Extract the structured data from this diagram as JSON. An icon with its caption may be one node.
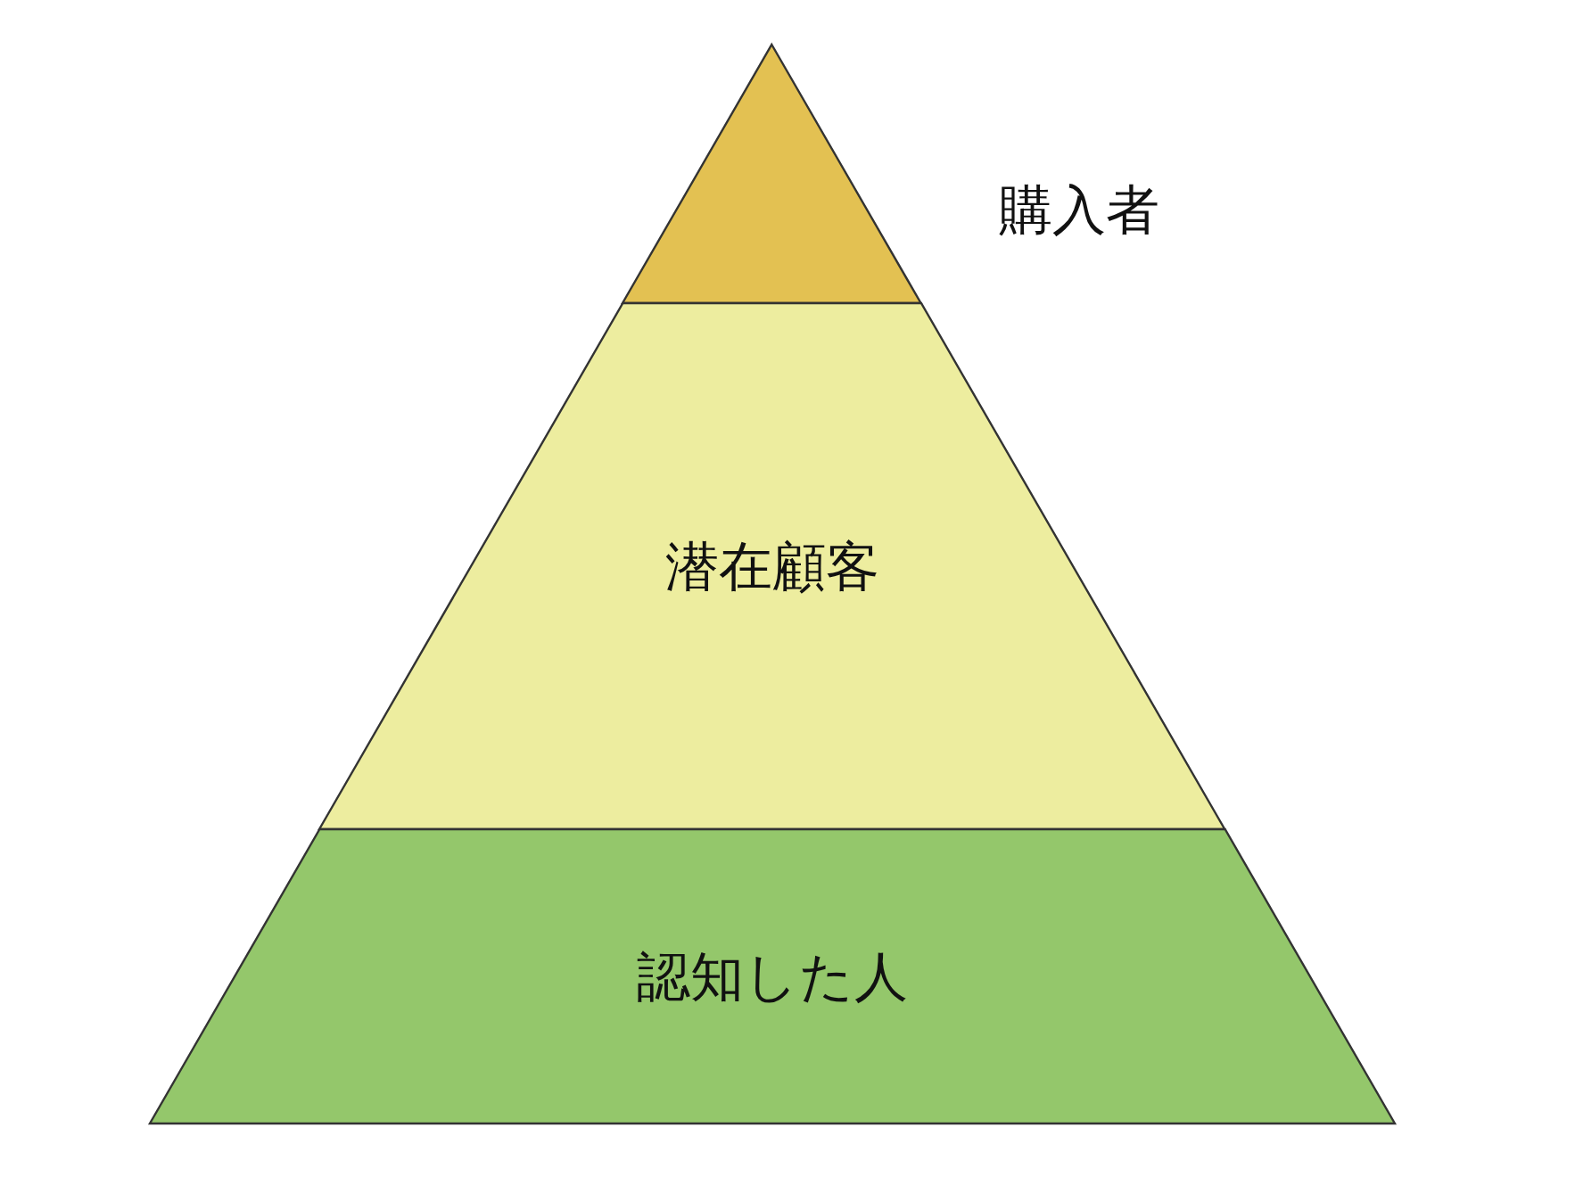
{
  "diagram": {
    "nodes": [
      {
        "text": [],
        "shape": "triangle",
        "beside": [
          "購入者"
        ]
      },
      {
        "text": [
          "潜在顧客"
        ]
      },
      {
        "text": [
          "認知した人"
        ]
      }
    ]
  }
}
